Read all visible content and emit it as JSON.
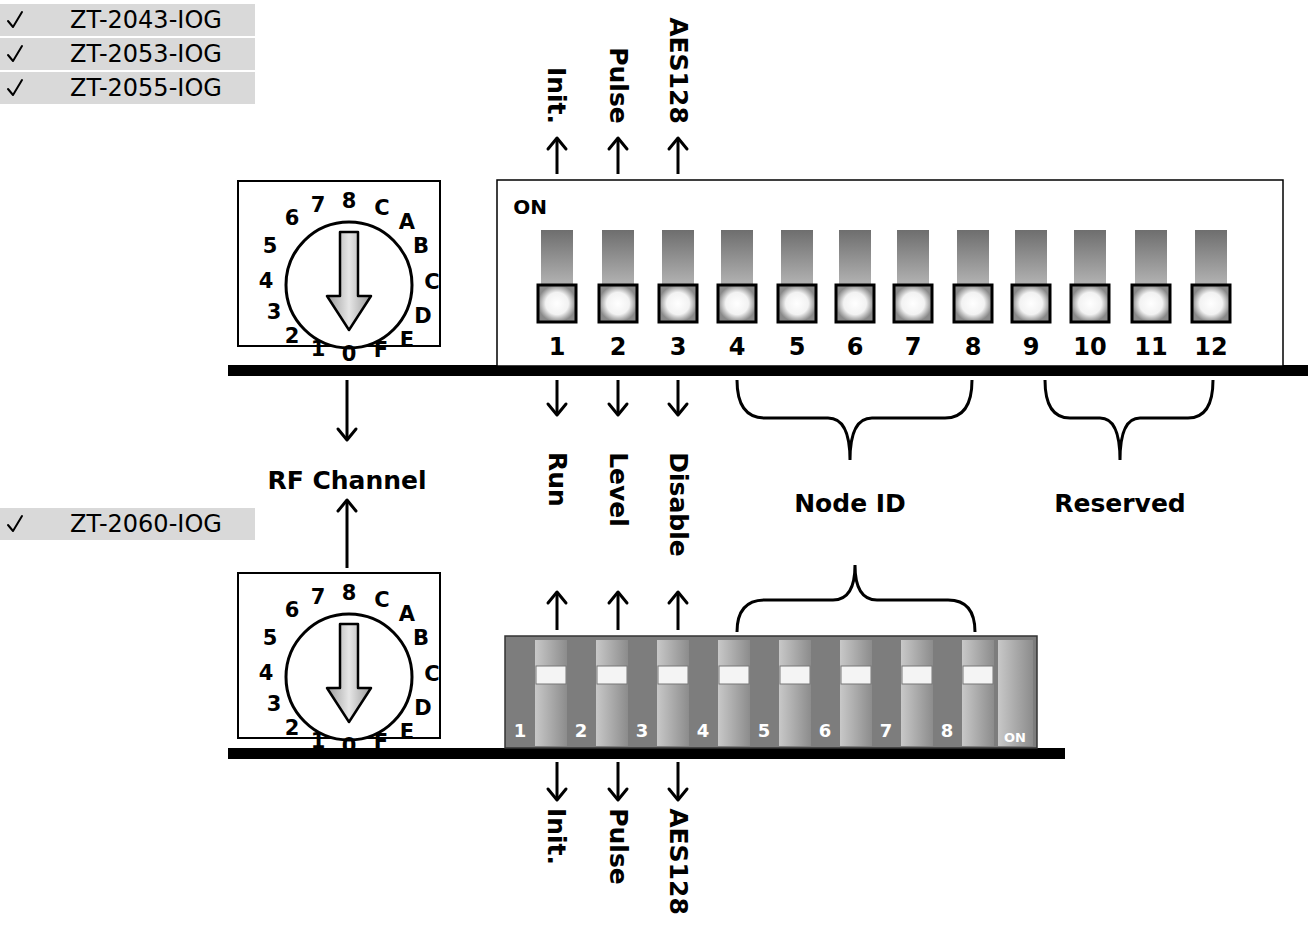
{
  "diagram": {
    "labels": [
      "ZT-2043-IOG",
      "ZT-2053-IOG",
      "ZT-2055-IOG",
      "Init.",
      "Pulse",
      "AES128",
      "0",
      "1",
      "2",
      "3",
      "4",
      "5",
      "6",
      "7",
      "8",
      "C",
      "A",
      "B",
      "C",
      "D",
      "E",
      "F",
      "ON",
      "1",
      "2",
      "3",
      "4",
      "5",
      "6",
      "7",
      "8",
      "9",
      "10",
      "11",
      "12",
      "Run",
      "Level",
      "Disable",
      "Node ID",
      "Reserved",
      "RF Channel",
      "ZT-2060-IOG",
      "0",
      "1",
      "2",
      "3",
      "4",
      "5",
      "6",
      "7",
      "8",
      "C",
      "A",
      "B",
      "C",
      "D",
      "E",
      "F",
      "1",
      "2",
      "3",
      "4",
      "5",
      "6",
      "7",
      "8",
      "ON",
      "Init.",
      "Pulse",
      "AES128"
    ]
  }
}
